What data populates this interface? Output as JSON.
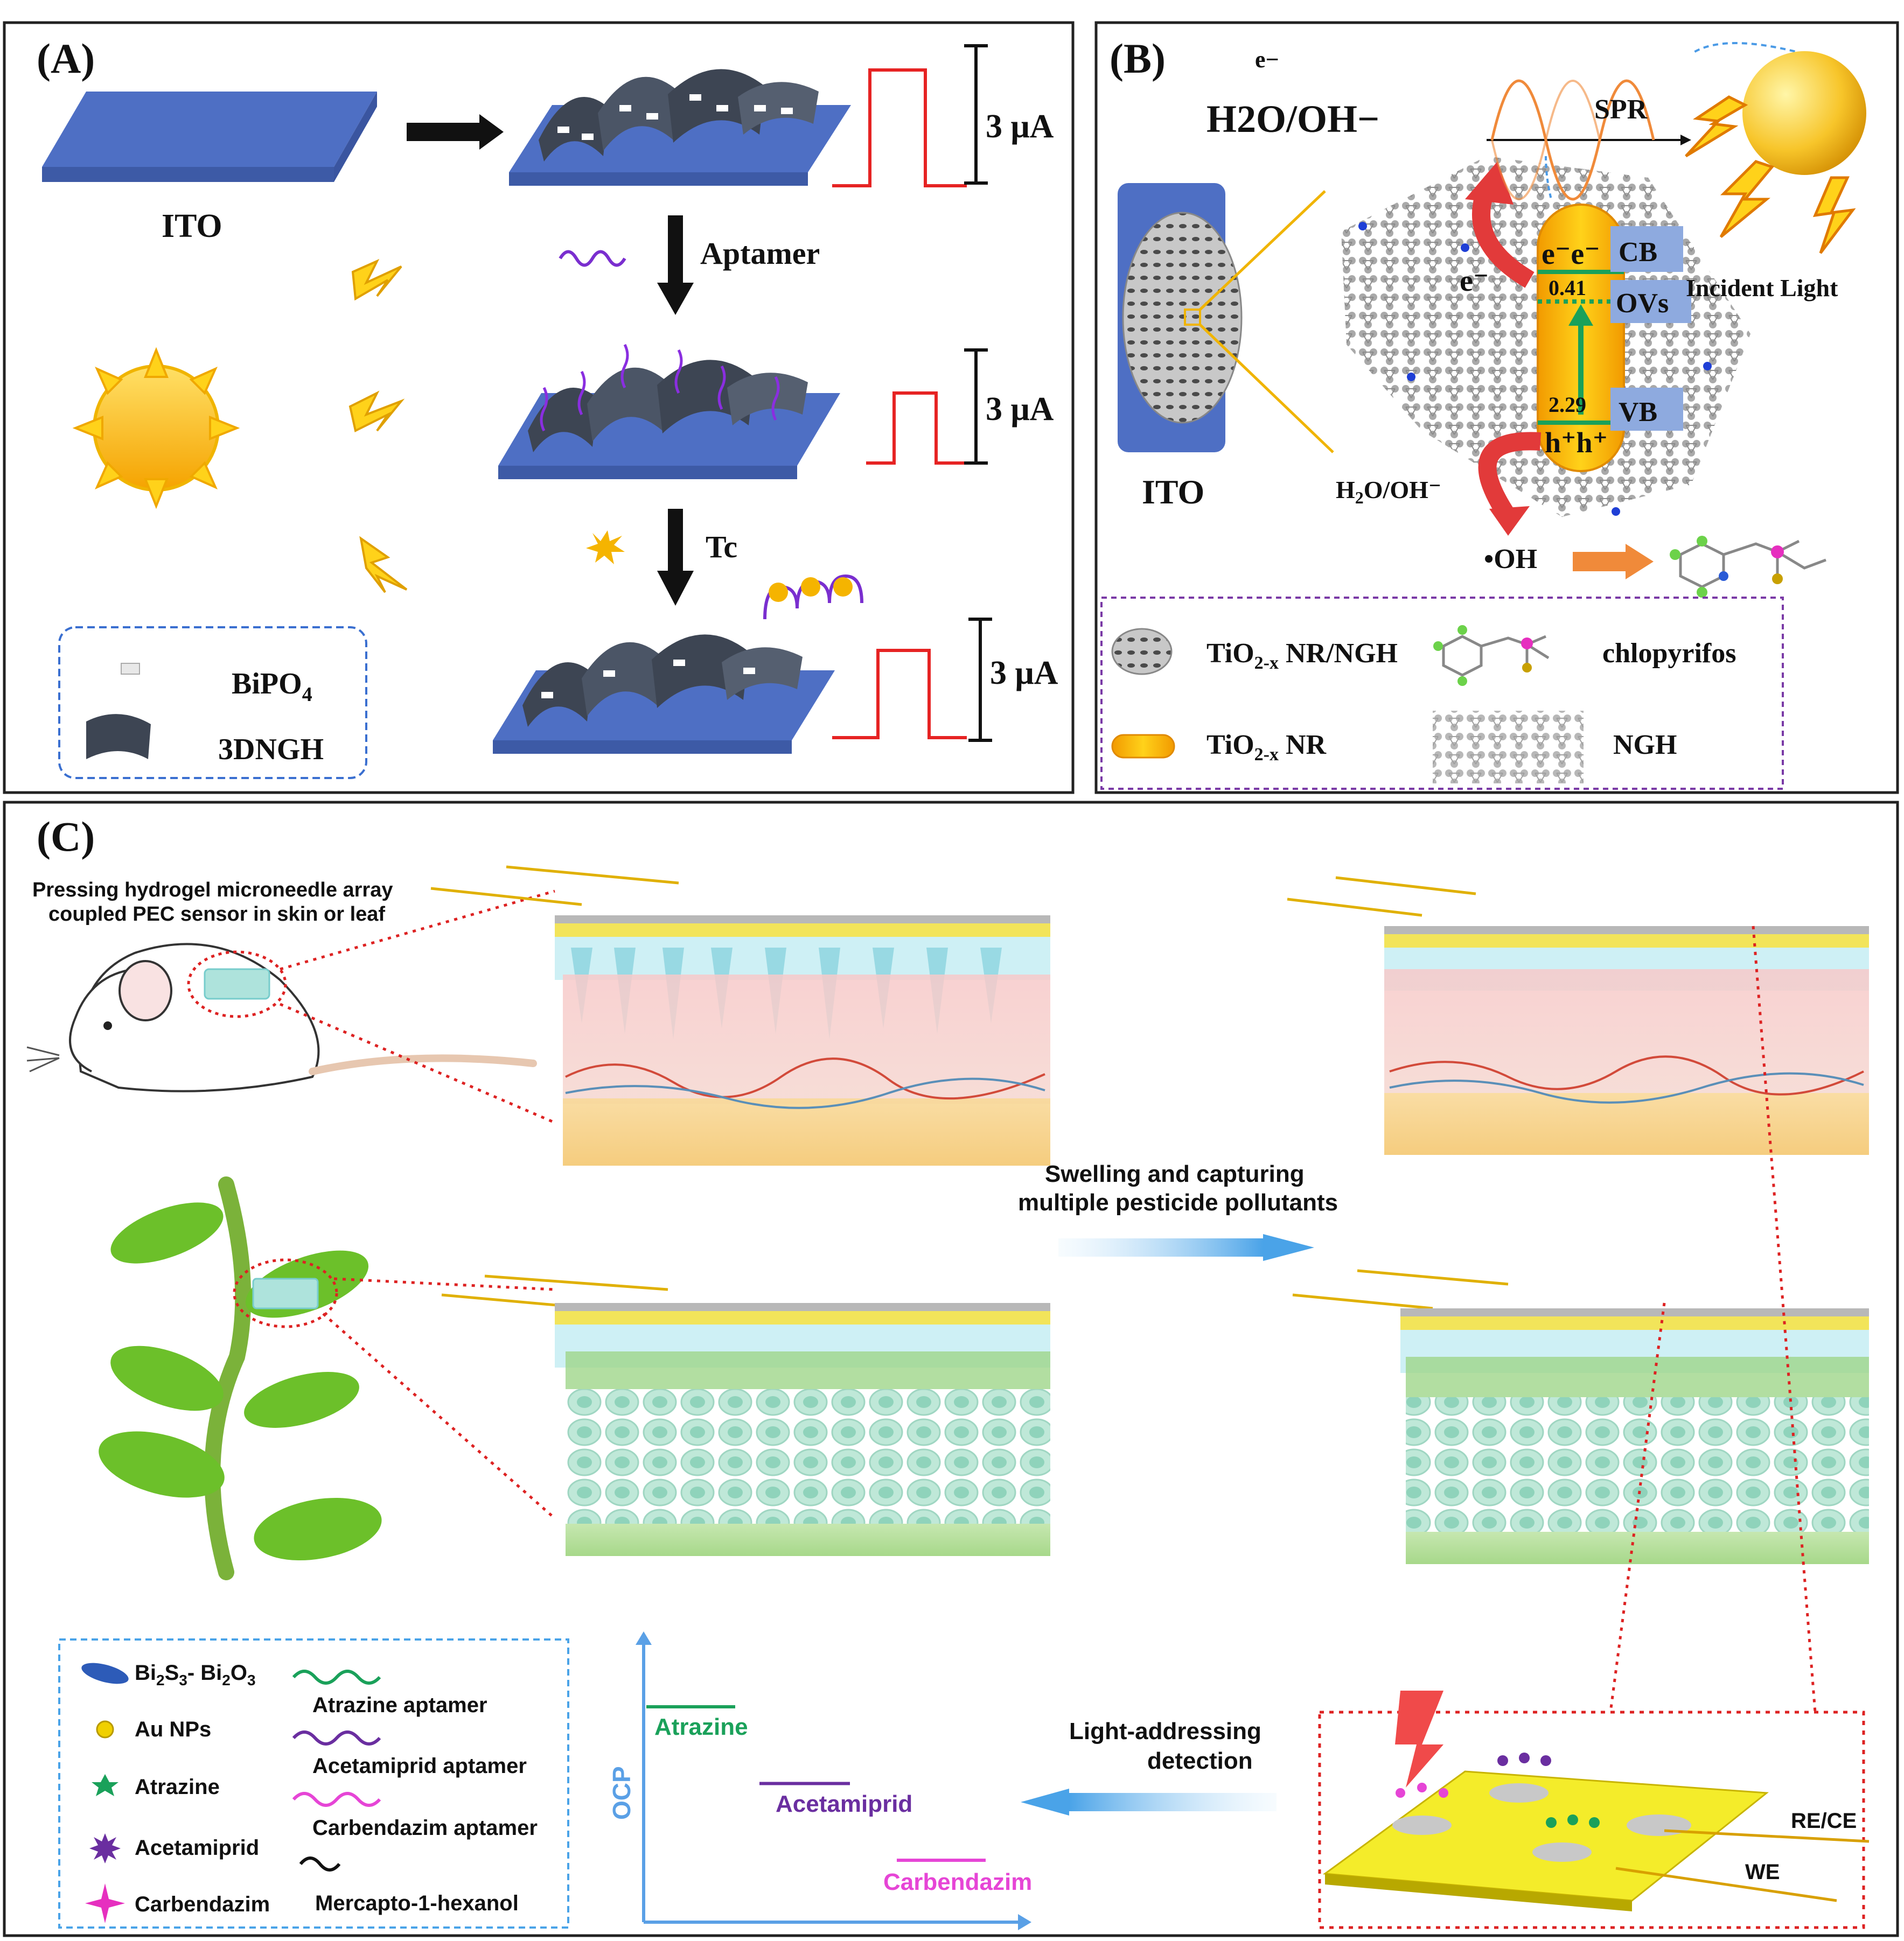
{
  "panel_a": {
    "label": "(A)",
    "ito_label": "ITO",
    "current_1": "3 μA",
    "current_2": "3 μA",
    "current_3": "3 μA",
    "step_aptamer": "Aptamer",
    "step_tc": "Tc",
    "legend": {
      "bipo4_main": "BiPO",
      "bipo4_sub": "4",
      "ngh": "3DNGH"
    }
  },
  "panel_b": {
    "label": "(B)",
    "electron_top": "e−",
    "h2o_top": "H2O/OH−",
    "spr": "SPR",
    "incident_light": "Incident Light",
    "cb": "CB",
    "ovs": "OVs",
    "vb": "VB",
    "ee": "e⁻e⁻",
    "e_minus": "e⁻",
    "hh": "h⁺h⁺",
    "val_041": "0.41",
    "val_229": "2.29",
    "ito_label": "ITO",
    "h2o_bottom_main": "H",
    "h2o_bottom_sub": "2",
    "h2o_bottom_rest": "O/OH⁻",
    "oh_radical": "•OH",
    "legend": {
      "tio2_ngh_main": "TiO",
      "tio2_ngh_sub": "2-x",
      "tio2_ngh_rest": " NR/NGH",
      "chlorpyrifos": "chlopyrifos",
      "tio2_nr_main": "TiO",
      "tio2_nr_sub": "2-x",
      "tio2_nr_rest": " NR",
      "ngh": "NGH"
    }
  },
  "panel_c": {
    "label": "(C)",
    "pressing_line1": "Pressing hydrogel microneedle array",
    "pressing_line2": "coupled PEC sensor in skin or leaf",
    "swelling_line1": "Swelling and capturing",
    "swelling_line2": "multiple pesticide pollutants",
    "light_line1": "Light-addressing",
    "light_line2": "detection",
    "re_ce": "RE/CE",
    "we": "WE",
    "chart_ylabel": "OCP",
    "legend": {
      "bi2s3": "Bi",
      "bi2s3_s1": "2",
      "bi2s3_mid": "S",
      "bi2s3_s2": "3",
      "bi2s3_dash": "- Bi",
      "bi2s3_s3": "2",
      "bi2s3_o": "O",
      "bi2s3_s4": "3",
      "au": "Au NPs",
      "atrazine": "Atrazine",
      "acetamiprid": "Acetamiprid",
      "carbendazim": "Carbendazim",
      "atrazine_apt": "Atrazine aptamer",
      "acetamiprid_apt": "Acetamiprid aptamer",
      "carbendazim_apt": "Carbendazim aptamer",
      "mch": "Mercapto-1-hexanol"
    },
    "colors": {
      "atrazine": "#1aa15a",
      "acetamiprid": "#6a2ea0",
      "carbendazim": "#e645d6",
      "axis": "#5aa0e6"
    }
  },
  "chart_data": {
    "type": "line",
    "ylabel": "OCP",
    "series": [
      {
        "name": "Atrazine",
        "level": 3
      },
      {
        "name": "Acetamiprid",
        "level": 2
      },
      {
        "name": "Carbendazim",
        "level": 1
      }
    ]
  }
}
